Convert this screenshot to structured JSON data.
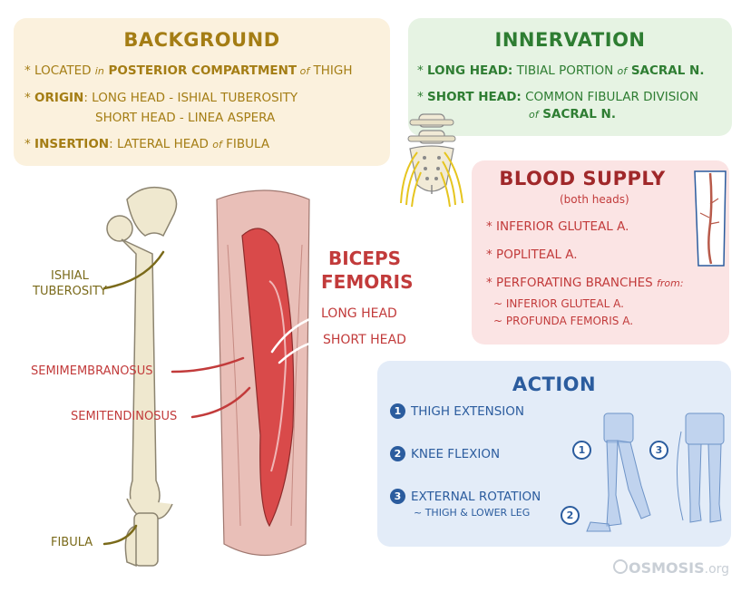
{
  "background": {
    "title": "BACKGROUND",
    "located_pre": "LOCATED ",
    "located_in": "in",
    "located_bold": " POSTERIOR COMPARTMENT",
    "located_of": " of",
    "located_post": " THIGH",
    "origin_label": "ORIGIN",
    "origin_long": ": LONG HEAD - ISHIAL TUBEROSITY",
    "origin_short": "SHORT HEAD - LINEA ASPERA",
    "insertion_label": "INSERTION",
    "insertion_text": ": LATERAL HEAD ",
    "insertion_of": "of",
    "insertion_post": " FIBULA"
  },
  "innervation": {
    "title": "INNERVATION",
    "long_label": "LONG HEAD:",
    "long_text": " TIBIAL PORTION ",
    "long_of": "of",
    "long_bold": " SACRAL N.",
    "short_label": "SHORT HEAD:",
    "short_text": " COMMON FIBULAR DIVISION",
    "short_of": "of",
    "short_bold": " SACRAL N."
  },
  "blood_supply": {
    "title": "BLOOD SUPPLY",
    "subtitle": "(both heads)",
    "item1": "INFERIOR GLUTEAL A.",
    "item2": "POPLITEAL A.",
    "item3": "PERFORATING BRANCHES ",
    "item3_from": "from:",
    "sub1": "~ INFERIOR GLUTEAL A.",
    "sub2": "~ PROFUNDA FEMORIS A."
  },
  "action": {
    "title": "ACTION",
    "n1": "1",
    "a1": "THIGH EXTENSION",
    "n2": "2",
    "a2": "KNEE FLEXION",
    "n3": "3",
    "a3": "EXTERNAL ROTATION",
    "a3_sub": "~ THIGH & LOWER LEG",
    "fig_n1": "1",
    "fig_n2": "2",
    "fig_n3": "3"
  },
  "labels": {
    "muscle_title_1": "BICEPS",
    "muscle_title_2": "FEMORIS",
    "long_head": "LONG HEAD",
    "short_head": "SHORT HEAD",
    "ishial_1": "ISHIAL",
    "ishial_2": "TUBEROSITY",
    "semimembranosus": "SEMIMEMBRANOSUS",
    "semitendinosus": "SEMITENDINOSUS",
    "fibula": "FIBULA"
  },
  "logo": {
    "brand": "OSMOSIS",
    "suffix": ".org"
  },
  "colors": {
    "gold": "#a47d14",
    "green": "#2e7d32",
    "red": "#c23b3b",
    "blue": "#2b5c9e",
    "panel_yellow": "#fbf1dd",
    "panel_green": "#e6f3e3",
    "panel_pink": "#fbe4e4",
    "panel_blue": "#e3ecf8"
  }
}
